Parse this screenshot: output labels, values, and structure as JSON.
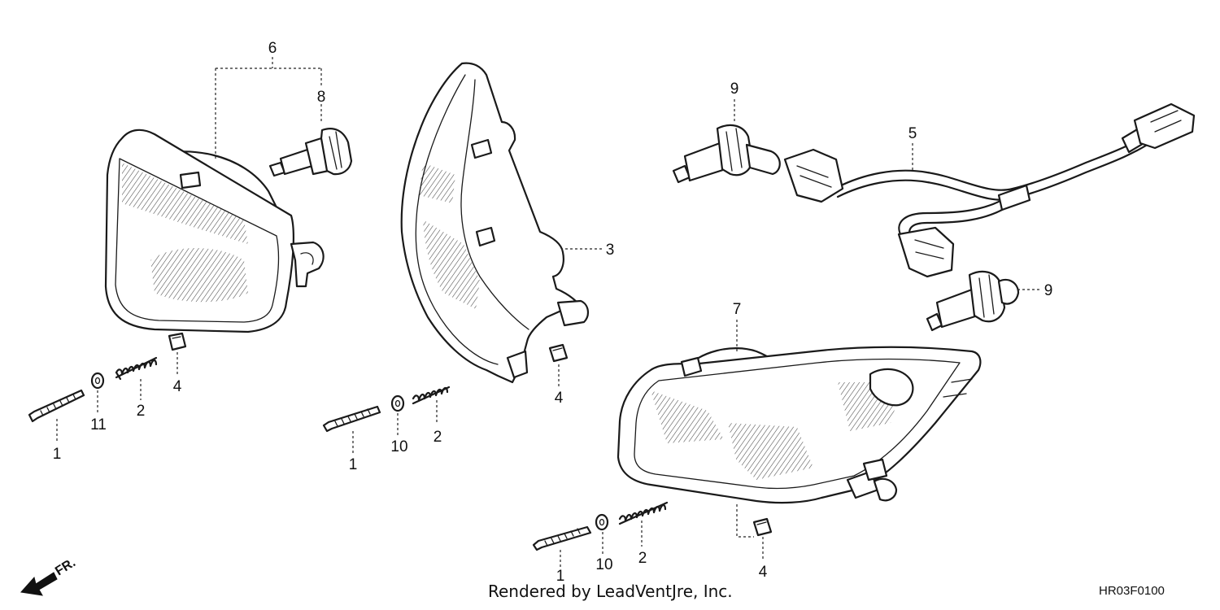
{
  "callouts": {
    "c6": "6",
    "c8": "8",
    "c3": "3",
    "c9a": "9",
    "c9b": "9",
    "c5": "5",
    "c7": "7",
    "l4": "4",
    "l2": "2",
    "l11": "11",
    "l1": "1",
    "m4": "4",
    "m2": "2",
    "m10": "10",
    "m1": "1",
    "b4": "4",
    "b2": "2",
    "b10": "10",
    "b1": "1"
  },
  "direction_label": "FR.",
  "footer_text": "Rendered by LeadVentJre, Inc.",
  "diagram_code": "HR03F0100"
}
